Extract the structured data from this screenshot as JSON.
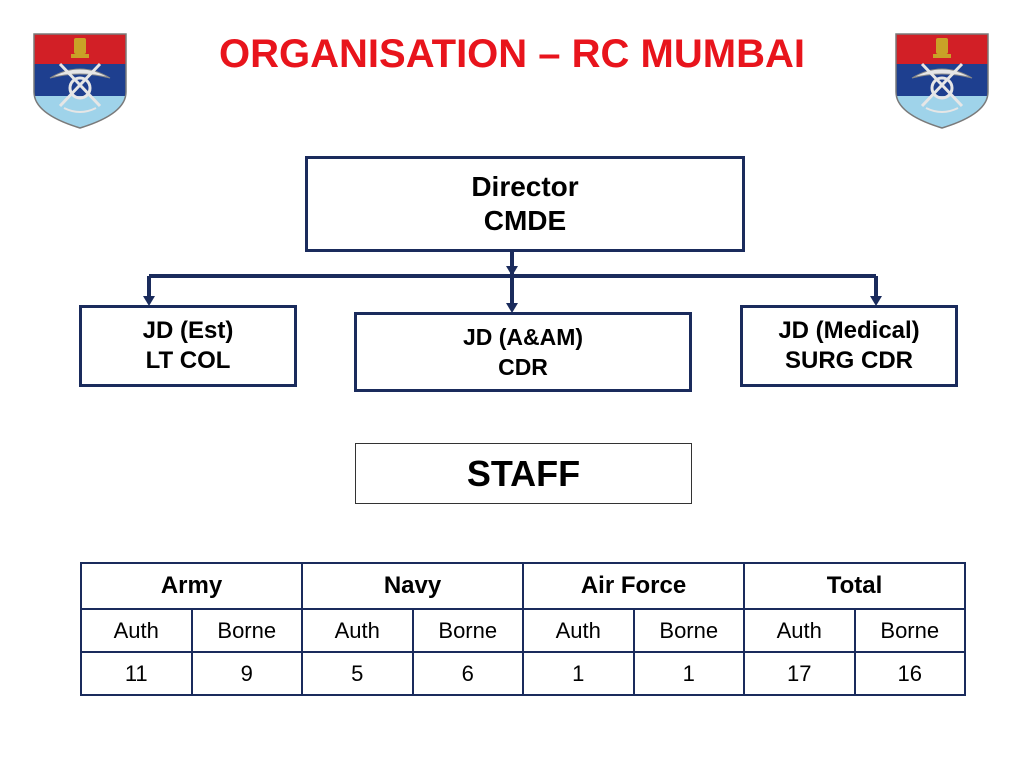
{
  "title": "ORGANISATION – RC MUMBAI",
  "emblem": {
    "icon": "tri-services-crest",
    "colors": {
      "top": "#d21f26",
      "middle": "#1e3f8f",
      "bottom": "#9fd3ea",
      "gold": "#c9a227"
    }
  },
  "colors": {
    "title": "#e8141c",
    "box_border": "#1a2b5c"
  },
  "org_chart": {
    "director": {
      "line1": "Director",
      "line2": "CMDE"
    },
    "jd_est": {
      "line1": "JD (Est)",
      "line2": "LT COL"
    },
    "jd_aam": {
      "line1": "JD (A&AM)",
      "line2": "CDR"
    },
    "jd_medical": {
      "line1": "JD (Medical)",
      "line2": "SURG CDR"
    }
  },
  "staff_label": "STAFF",
  "staff_table": {
    "groups": [
      "Army",
      "Navy",
      "Air Force",
      "Total"
    ],
    "subheaders": [
      "Auth",
      "Borne",
      "Auth",
      "Borne",
      "Auth",
      "Borne",
      "Auth",
      "Borne"
    ],
    "values": [
      "11",
      "9",
      "5",
      "6",
      "1",
      "1",
      "17",
      "16"
    ]
  }
}
